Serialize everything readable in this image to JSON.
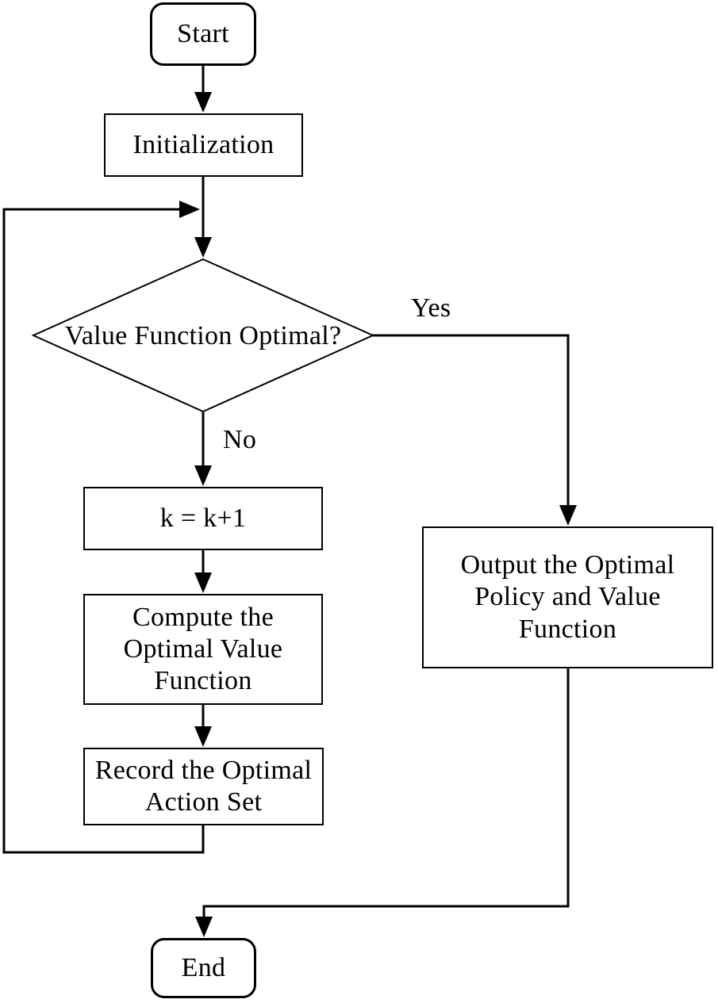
{
  "flowchart": {
    "background_color": "#ffffff",
    "line_color": "#000000",
    "text_color": "#000000",
    "nodes": {
      "start": {
        "label": "Start",
        "shape": "terminator"
      },
      "initialization": {
        "label": "Initialization",
        "shape": "process"
      },
      "decision": {
        "label": "Value Function Optimal?",
        "shape": "decision"
      },
      "k_increment": {
        "label": "k = k+1",
        "shape": "process"
      },
      "compute_value": {
        "label": "Compute the Optimal Value Function",
        "shape": "process"
      },
      "record_actions": {
        "label": "Record the Optimal Action Set",
        "shape": "process"
      },
      "output_policy": {
        "label": "Output the Optimal Policy and Value Function",
        "shape": "process"
      },
      "end": {
        "label": "End",
        "shape": "terminator"
      }
    },
    "edge_labels": {
      "yes": "Yes",
      "no": "No"
    }
  }
}
